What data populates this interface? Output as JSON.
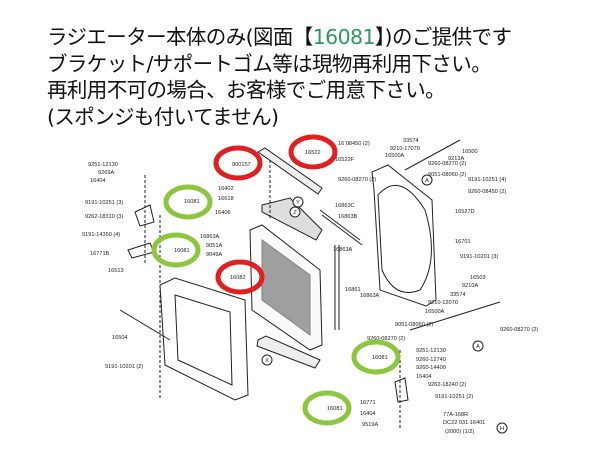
{
  "notice": {
    "line1_prefix": "ラジエーター本体のみ(図面【",
    "line1_part": "16081",
    "line1_suffix": "】)のご提供です",
    "line2": "ブラケット/サポートゴム等は現物再利用下さい。",
    "line3": "再利用不可の場合、お客様でご用意下さい。",
    "line4": "(スポンジも付いてません)"
  },
  "colors": {
    "highlight_green": "#8cc63f",
    "highlight_red": "#e02020",
    "part_text_green": "#2e9a5a"
  },
  "diagram": {
    "labels": [
      "9251-12130",
      "9269A",
      "16404",
      "9191-10251 (3)",
      "9262-18310 (3)",
      "9191-14350 (4)",
      "16771B",
      "16513",
      "16081",
      "16081",
      "16402",
      "16618",
      "16406",
      "16082",
      "16863A",
      "9051A",
      "9049A",
      "900157",
      "16522",
      "16522F",
      "16 08450 (2)",
      "33574",
      "9210-17070",
      "16500A",
      "16500",
      "9213A",
      "9260-08270 (2)",
      "9051-08060 (2)",
      "9191-10251 (4)",
      "9260-08450 (2)",
      "9260-08270 (2)",
      "16863C",
      "16863B",
      "16527D",
      "16863A",
      "16701",
      "9191-10201 (3)",
      "16503",
      "9210A",
      "33574",
      "9210-12070",
      "16500A",
      "9051-08060 (2)",
      "9260-08270 (2)",
      "9260-08270 (2)",
      "16081",
      "9251-12130",
      "9260-12740",
      "9260-14400",
      "16404",
      "9262-18240 (2)",
      "9191-10251 (2)",
      "16771",
      "16404",
      "9519A",
      "16081",
      "16504",
      "9191-10201 (2)",
      "16861",
      "16863A",
      "77A-168R",
      "DC22 031 16401",
      "(2000) (1/2)"
    ],
    "markers": [
      "A",
      "A",
      "X",
      "Y",
      "Z",
      "H"
    ]
  }
}
